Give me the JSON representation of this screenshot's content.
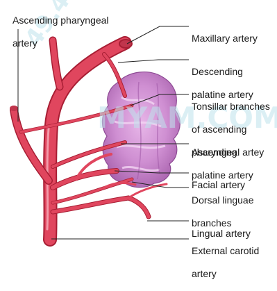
{
  "labels": {
    "ascending_pharyngeal": [
      "Ascending pharyngeal",
      "artery"
    ],
    "maxillary": [
      "Maxillary artery"
    ],
    "descending_palatine": [
      "Descending",
      "palatine artery"
    ],
    "tonsillar_branches": [
      "Tonsillar branches",
      "of ascending",
      "pharyngeal artey"
    ],
    "ascending_palatine": [
      "Ascending",
      "palatine artery"
    ],
    "facial": [
      "Facial artery"
    ],
    "dorsal_linguae": [
      "Dorsal linguae",
      "branches"
    ],
    "lingual": [
      "Lingual artery"
    ],
    "external_carotid": [
      "External carotid",
      "artery"
    ]
  },
  "watermark": {
    "text_1": "49.43",
    "text_2": "MYAM.COM"
  },
  "colors": {
    "artery": "#e0465e",
    "artery_dark": "#b8243c",
    "artery_light": "#f4a0ae",
    "tonsil": "#cf8fd2",
    "tonsil_dark": "#9a4fa0",
    "leader": "#222222"
  }
}
